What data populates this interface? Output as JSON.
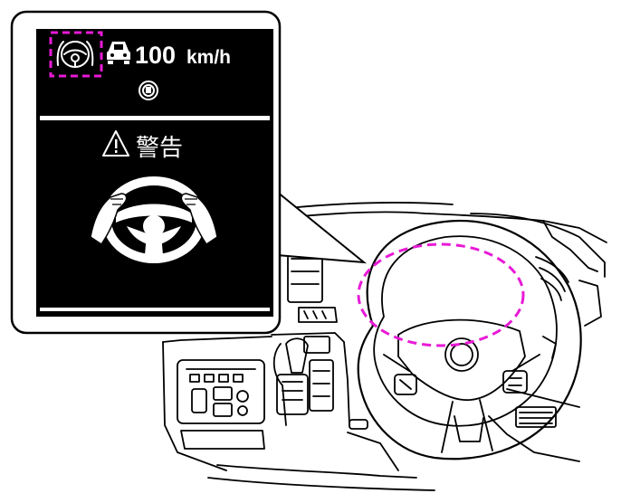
{
  "display": {
    "speed_value": "100",
    "speed_unit": "km/h",
    "warning_label": "警告"
  },
  "icons": {
    "steering_assist": "steering-wheel-hands-icon",
    "lead_vehicle": "car-icon",
    "lane_assist": "lane-steer-icon",
    "warning_triangle": "warning-triangle-icon",
    "hands_on_wheel": "hands-on-steering-wheel-icon"
  },
  "colors": {
    "highlight": "#e81ad6",
    "screen": "#000000",
    "line_art": "#000000"
  }
}
